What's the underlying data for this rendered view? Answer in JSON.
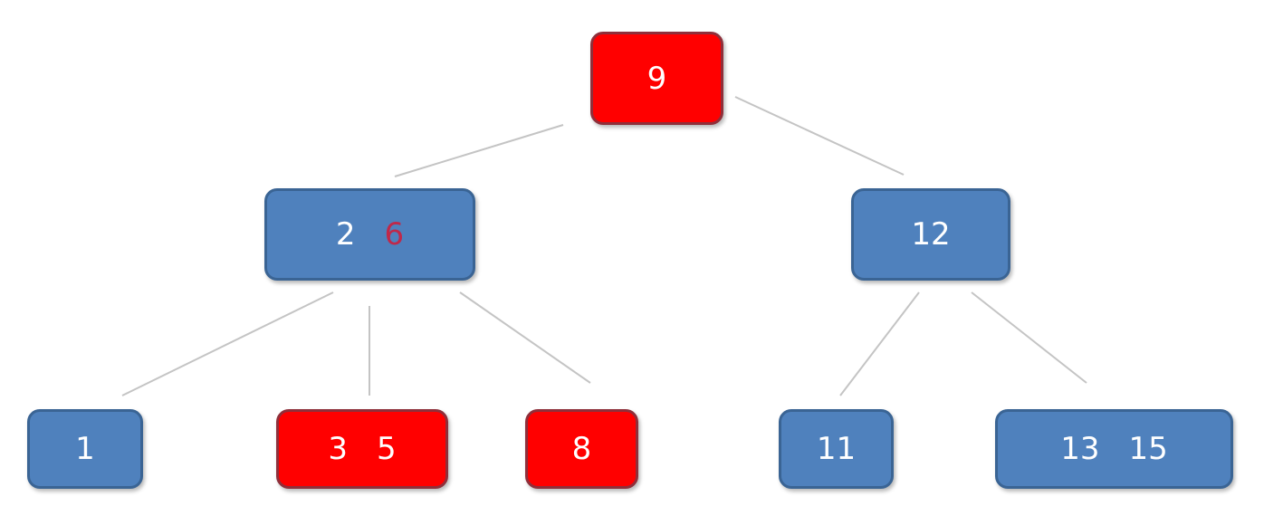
{
  "colors": {
    "node_blue": "#4f81bd",
    "node_red": "#ff0000",
    "key_text": "#ffffff",
    "key_highlight": "#c0284a",
    "edge": "#c4c4c4"
  },
  "nodes": [
    {
      "id": "root",
      "color": "red",
      "keys": [
        "9"
      ]
    },
    {
      "id": "left",
      "color": "blue",
      "keys": [
        "2",
        "6"
      ],
      "highlighted_keys": [
        "6"
      ]
    },
    {
      "id": "right",
      "color": "blue",
      "keys": [
        "12"
      ]
    },
    {
      "id": "leaf-1",
      "color": "blue",
      "keys": [
        "1"
      ]
    },
    {
      "id": "leaf-3-5",
      "color": "red",
      "keys": [
        "3",
        "5"
      ]
    },
    {
      "id": "leaf-8",
      "color": "red",
      "keys": [
        "8"
      ]
    },
    {
      "id": "leaf-11",
      "color": "blue",
      "keys": [
        "11"
      ]
    },
    {
      "id": "leaf-13-15",
      "color": "blue",
      "keys": [
        "13",
        "15"
      ]
    }
  ],
  "edges": [
    {
      "from": "root",
      "to": "left"
    },
    {
      "from": "root",
      "to": "right"
    },
    {
      "from": "left",
      "to": "leaf-1"
    },
    {
      "from": "left",
      "to": "leaf-3-5"
    },
    {
      "from": "left",
      "to": "leaf-8"
    },
    {
      "from": "right",
      "to": "leaf-11"
    },
    {
      "from": "right",
      "to": "leaf-13-15"
    }
  ]
}
